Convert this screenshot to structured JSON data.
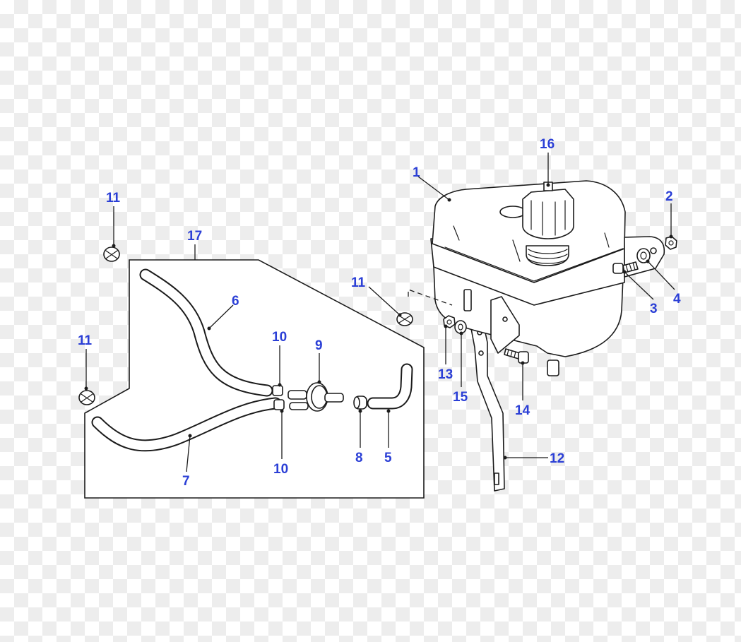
{
  "diagram": {
    "callouts": [
      "1",
      "2",
      "3",
      "4",
      "5",
      "6",
      "7",
      "8",
      "9",
      "10",
      "10",
      "11",
      "11",
      "11",
      "12",
      "13",
      "14",
      "15",
      "16",
      "17"
    ]
  },
  "colors": {
    "callout": "#2b3fd6",
    "line": "#1b1b1b",
    "checker": "#ededed"
  }
}
